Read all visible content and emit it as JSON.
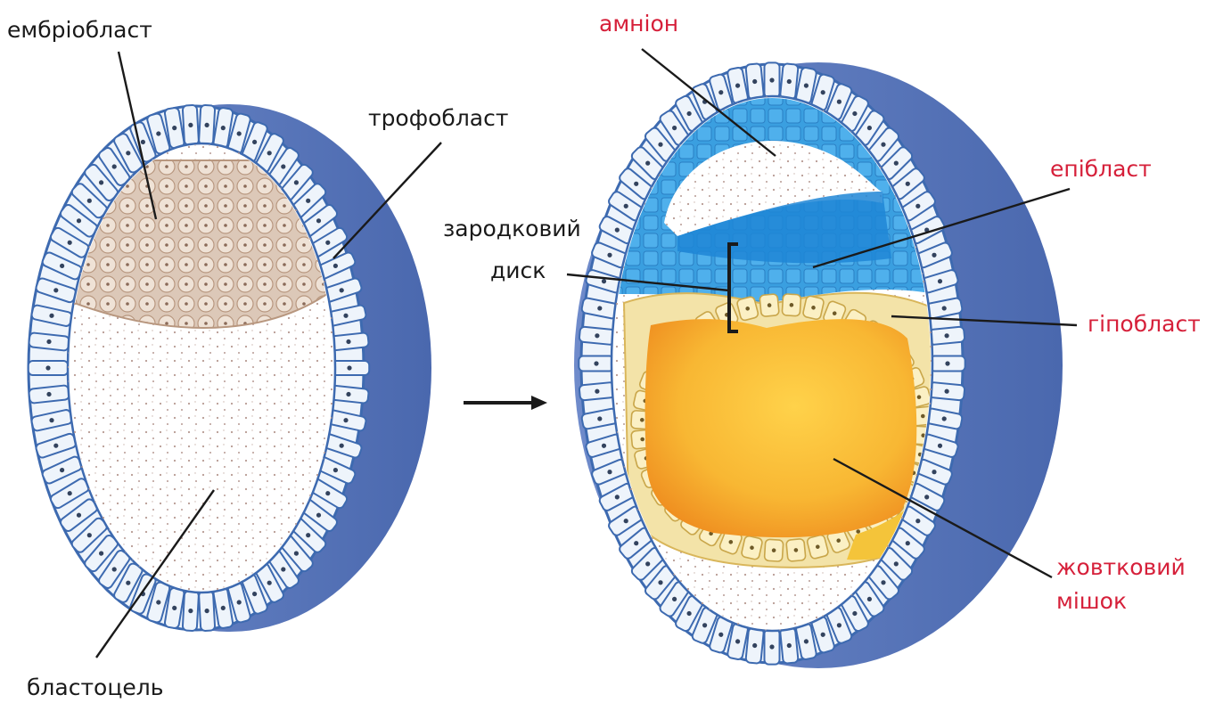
{
  "labels": {
    "embryoblast": "ембріобласт",
    "trophoblast": "трофобласт",
    "blastocoel": "бластоцель",
    "amnion": "амніон",
    "epiblast": "епібласт",
    "germ_disc_line1": "зародковий",
    "germ_disc_line2": "диск",
    "hypoblast": "гіпобласт",
    "yolk_sac_line1": "жовтковий",
    "yolk_sac_line2": "мішок"
  },
  "colors": {
    "label_black": "#1a1a1a",
    "label_red": "#d6203a",
    "outer_blue": "#5b78bd",
    "cell_fill": "#eef4fb",
    "cell_border": "#3d6ab0",
    "embryoblast": "#dcc8b8",
    "amnion_epiblast": "#2b8fd8",
    "hypoblast": "#f3e3a8",
    "yolk": "#f2a024"
  }
}
